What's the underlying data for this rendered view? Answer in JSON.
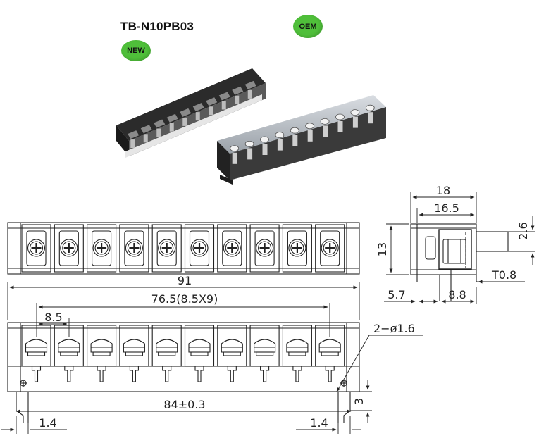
{
  "product": {
    "model": "TB-N10PB03",
    "badges": {
      "new": "NEW",
      "oem": "OEM"
    },
    "badge_color": "#4fbf3a"
  },
  "dimensions": {
    "overall_length": "91",
    "pitch_span": "76.5(8.5X9)",
    "pitch": "8.5",
    "mount_span": "84±0.3",
    "hole": "2−ø1.6",
    "edge_left": "1.4",
    "edge_right": "1.4",
    "foot": "3",
    "side_depth": "18",
    "side_inner": "16.5",
    "side_height": "13",
    "side_pin": "2.6",
    "side_thick": "T0.8",
    "side_offset": "5.7",
    "side_pin_pos": "8.8"
  },
  "terminal_count": 10
}
